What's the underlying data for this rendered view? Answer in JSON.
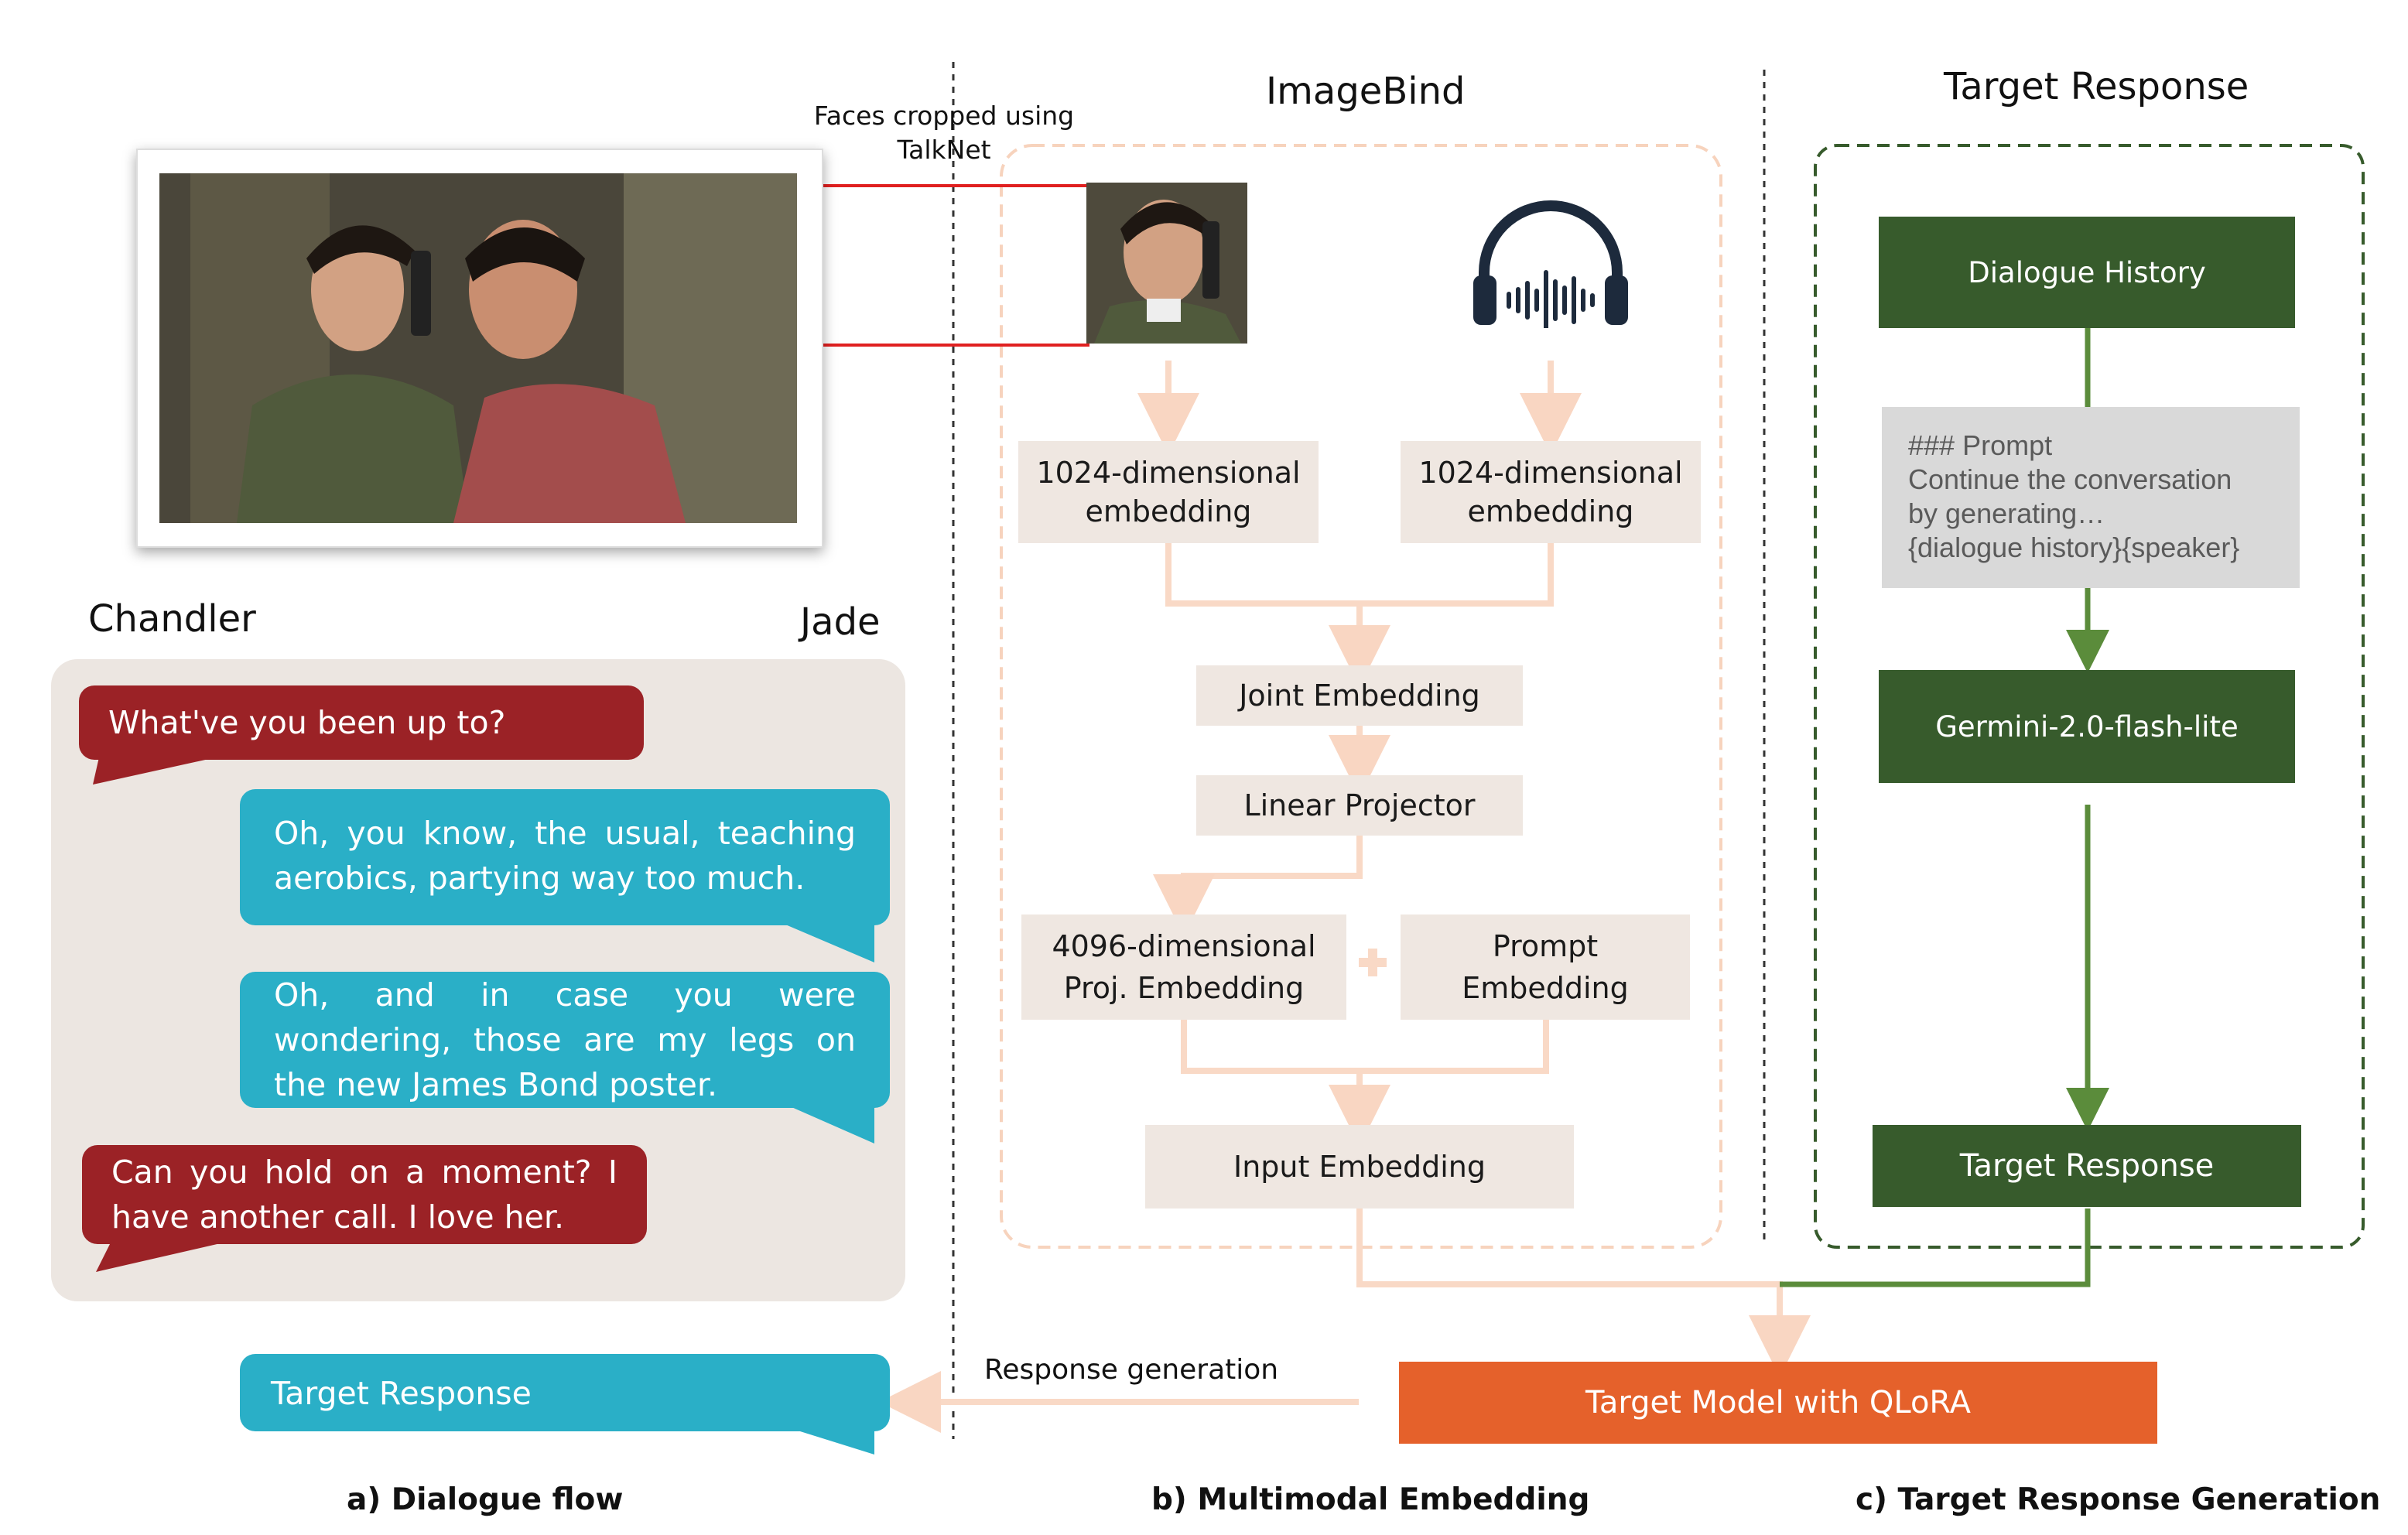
{
  "left": {
    "faces_label": "Faces cropped using\nTalkNet",
    "speaker_left": "Chandler",
    "speaker_right": "Jade",
    "messages": [
      {
        "text": "What've you been up to?"
      },
      {
        "text": "Oh, you know, the usual, teaching aerobics, partying way too much."
      },
      {
        "text": "Oh, and in case you were wondering, those are my legs on the new James Bond poster."
      },
      {
        "text": "Can you hold on a moment? I have another call. I love her."
      }
    ],
    "target_bubble": "Target Response",
    "response_generation_label": "Response generation",
    "caption": "a) Dialogue flow"
  },
  "middle": {
    "title": "ImageBind",
    "video_embedding": "1024-dimensional\nembedding",
    "audio_embedding": "1024-dimensional\nembedding",
    "joint_embedding": "Joint Embedding",
    "linear_projector": "Linear Projector",
    "proj_embedding": "4096-dimensional\nProj. Embedding",
    "prompt_embedding": "Prompt\nEmbedding",
    "input_embedding": "Input Embedding",
    "caption": "b) Multimodal Embedding"
  },
  "right": {
    "title": "Target Response",
    "dialogue_history": "Dialogue History",
    "prompt_text": "### Prompt\nContinue the conversation\nby generating…\n{dialogue history}{speaker}",
    "gemini": "Germini-2.0-flash-lite",
    "target_response": "Target Response",
    "caption": "c) Target Response Generation"
  },
  "bottom": {
    "target_model": "Target Model with QLoRA"
  },
  "icons": {
    "scene": "tv-scene-photo",
    "face": "cropped-face-photo",
    "audio": "headphones-soundwave-icon",
    "plus": "plus-icon"
  },
  "colors": {
    "red_bubble": "#9b2226",
    "blue_bubble": "#2aafc7",
    "green_box": "#375b2c",
    "beige_box": "#efe7e1",
    "orange_box": "#e5612b",
    "arrow_peach": "#f9d9c6",
    "arrow_green": "#5b8c3b"
  }
}
